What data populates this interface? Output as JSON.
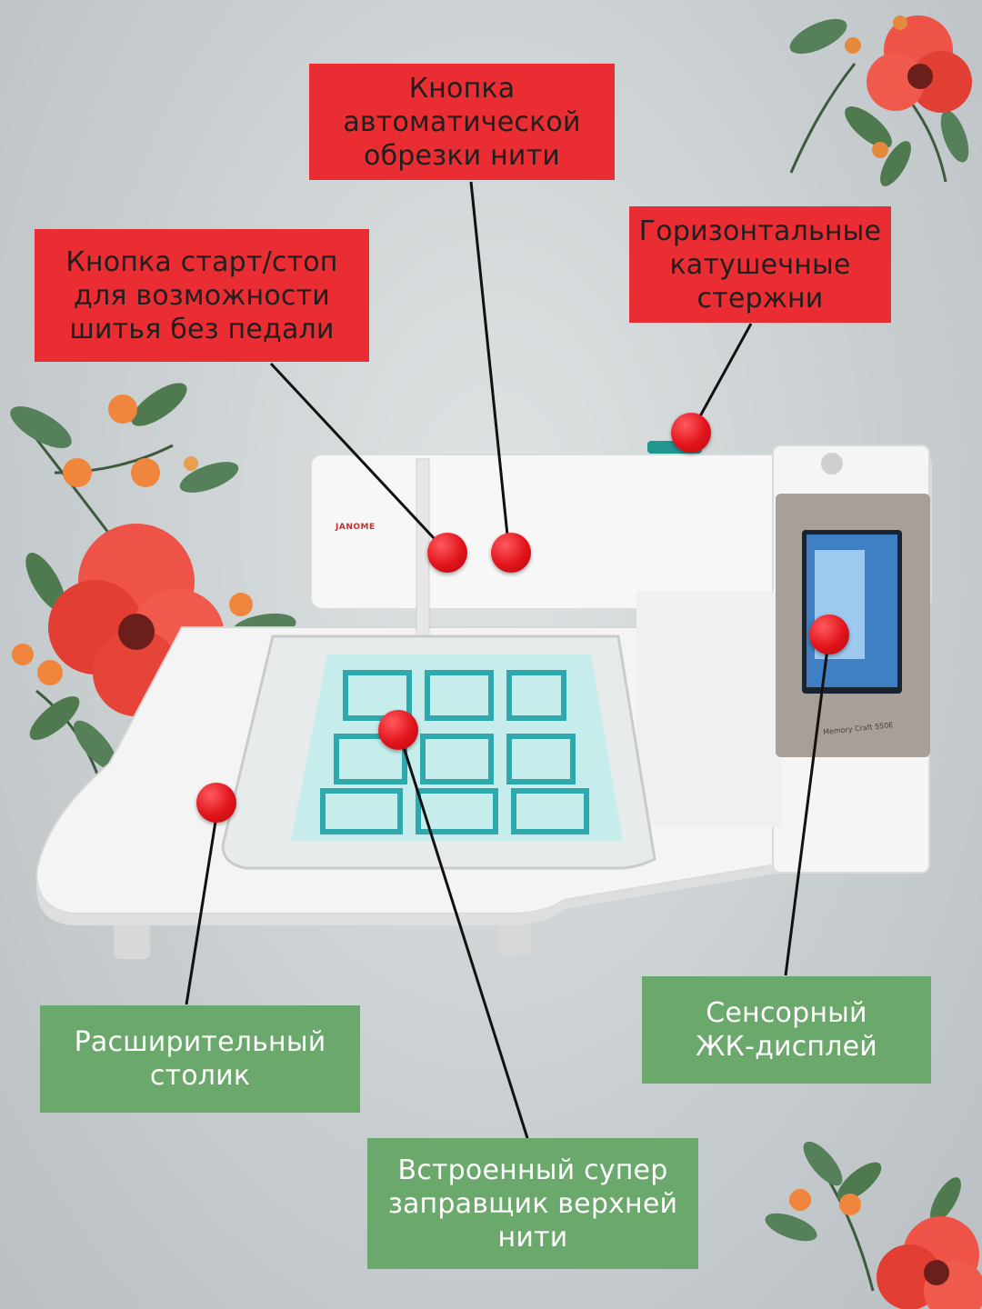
{
  "callouts": {
    "auto_trim": [
      "Кнопка",
      "автоматической",
      "обрезки нити"
    ],
    "start_stop": [
      "Кнопка старт/стоп",
      "для возможности",
      "шитья без педали"
    ],
    "spool_pins": [
      "Горизонтальные",
      "катушечные",
      "стержни"
    ],
    "extension_table": [
      "Расширительный",
      "столик"
    ],
    "touch_display": [
      "Сенсорный",
      "ЖК-дисплей"
    ],
    "needle_threader": [
      "Встроенный супер",
      "заправщик верхней",
      "нити"
    ]
  },
  "machine": {
    "brand": "JANOME",
    "model": "Memory Craft 550E"
  },
  "colors": {
    "callout_red": "#ea2d32",
    "callout_green": "#6aa86b",
    "marker_red": "#e0141b",
    "flower_red": "#e8463a",
    "leaf_green": "#4f7a4f"
  }
}
